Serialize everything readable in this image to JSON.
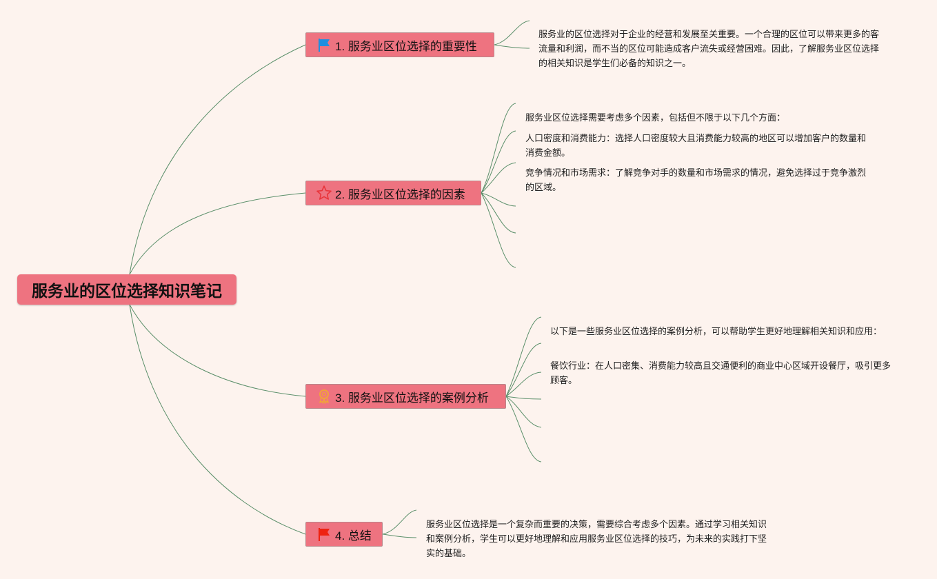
{
  "root": {
    "title": "服务业的区位选择知识笔记"
  },
  "topics": [
    {
      "label": "1. 服务业区位选择的重要性",
      "icon": "blue-flag-icon",
      "notes": [
        "服务业的区位选择对于企业的经营和发展至关重要。一个合理的区位可以带来更多的客流量和利润，而不当的区位可能造成客户流失或经营困难。因此，了解服务业区位选择的相关知识是学生们必备的知识之一。"
      ]
    },
    {
      "label": "2. 服务业区位选择的因素",
      "icon": "red-star-icon",
      "notes": [
        "服务业区位选择需要考虑多个因素，包括但不限于以下几个方面：",
        "人口密度和消费能力：选择人口密度较大且消费能力较高的地区可以增加客户的数量和消费金额。",
        "竞争情况和市场需求：了解竞争对手的数量和市场需求的情况，避免选择过于竞争激烈的区域。"
      ]
    },
    {
      "label": "3. 服务业区位选择的案例分析",
      "icon": "award-ribbon-icon",
      "notes": [
        "以下是一些服务业区位选择的案例分析，可以帮助学生更好地理解相关知识和应用：",
        "餐饮行业：在人口密集、消费能力较高且交通便利的商业中心区域开设餐厅，吸引更多顾客。"
      ]
    },
    {
      "label": "4. 总结",
      "icon": "red-flag-icon",
      "notes": [
        "服务业区位选择是一个复杂而重要的决策，需要综合考虑多个因素。通过学习相关知识和案例分析，学生可以更好地理解和应用服务业区位选择的技巧，为未来的实践打下坚实的基础。"
      ]
    }
  ],
  "colors": {
    "background": "#fdf3ee",
    "node_fill": "#ee7380",
    "connector": "#5b8f6a",
    "flag_blue": "#1e8fe0",
    "flag_red": "#ee2211",
    "star_red": "#e8343a",
    "award_orange": "#f1a33a"
  }
}
